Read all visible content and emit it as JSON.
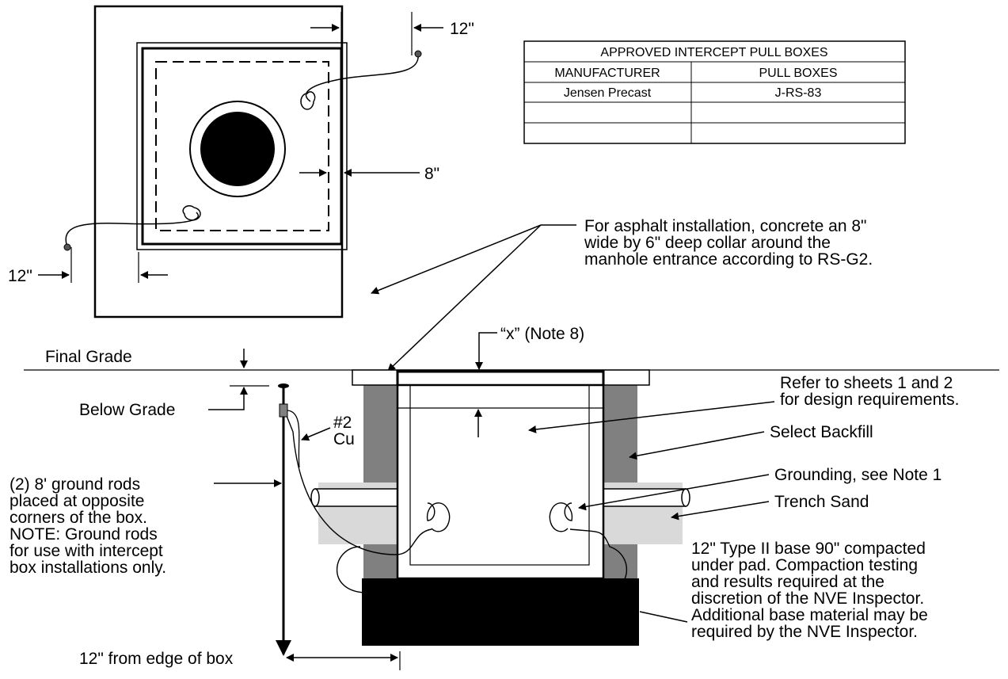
{
  "dimensions": {
    "top_right_12": "12\"",
    "bottom_left_12": "12\"",
    "right_8": "8\"",
    "x_note": "“x” (Note 8)",
    "edge_of_box": "12\" from edge of box"
  },
  "table": {
    "title": "APPROVED INTERCEPT PULL BOXES",
    "headers": [
      "MANUFACTURER",
      "PULL BOXES"
    ],
    "rows": [
      [
        "Jensen Precast",
        "J-RS-83"
      ],
      [
        "",
        ""
      ],
      [
        "",
        ""
      ]
    ]
  },
  "asphalt_note": [
    "For asphalt installation, concrete an 8\"",
    "wide by 6\" deep collar around the",
    "manhole entrance according to RS-G2."
  ],
  "grade": {
    "final": "Final Grade",
    "below": "Below Grade"
  },
  "wire_label": [
    "#2",
    "Cu"
  ],
  "ground_rods_note": [
    "(2) 8' ground rods",
    "placed at opposite",
    "corners of the box.",
    "NOTE: Ground rods",
    "for use with intercept",
    "box installations only."
  ],
  "right_labels": {
    "refer": [
      "Refer to sheets 1 and 2",
      "for design requirements."
    ],
    "backfill": "Select Backfill",
    "grounding": "Grounding, see Note 1",
    "trench": "Trench Sand"
  },
  "base_note": [
    "12\" Type II base 90\" compacted",
    "under pad. Compaction testing",
    "and results required at the",
    "discretion of the NVE Inspector.",
    "Additional base material may be",
    "required by the NVE Inspector."
  ]
}
